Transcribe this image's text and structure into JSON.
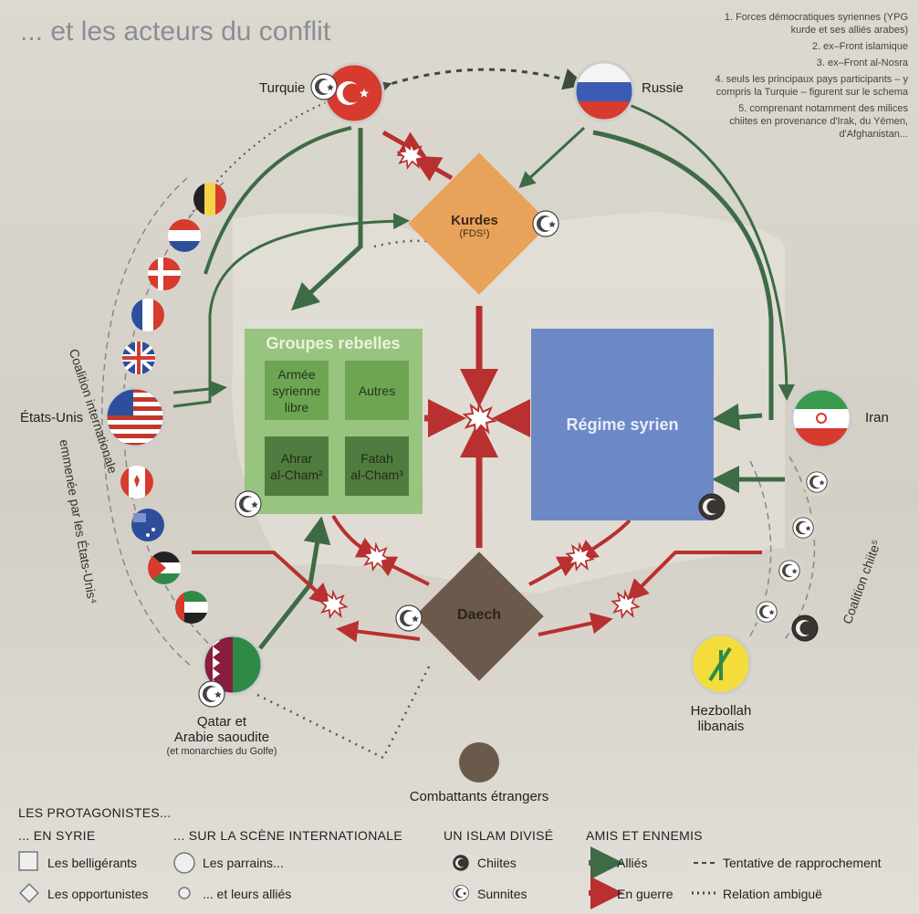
{
  "title": "... et les acteurs du conflit",
  "notes": [
    "1. Forces démocratiques syriennes (YPG kurde et ses alliés arabes)",
    "2. ex–Front islamique",
    "3. ex–Front al-Nosra",
    "4. seuls les principaux pays participants – y compris la Turquie – figurent sur le schema",
    "5. comprenant notamment des milices chiites en provenance d'Irak, du Yémen, d'Afghanistan..."
  ],
  "actors": {
    "turquie": "Turquie",
    "russie": "Russie",
    "etats_unis": "États-Unis",
    "iran": "Iran",
    "qatar_line1": "Qatar et",
    "qatar_line2": "Arabie saoudite",
    "qatar_sub": "(et monarchies du Golfe)",
    "hezbollah_line1": "Hezbollah",
    "hezbollah_line2": "libanais",
    "combattants": "Combattants étrangers"
  },
  "coalitions": {
    "internationale_line1": "Coalition internationale",
    "internationale_line2": "emmenée par les États-Unis⁴",
    "chiite": "Coalition chiite⁵"
  },
  "belligerants": {
    "kurdes": "Kurdes",
    "kurdes_sub": "(FDS¹)",
    "groupes_rebelles": "Groupes rebelles",
    "asl": "Armée\nsyrienne\nlibre",
    "autres": "Autres",
    "ahrar": "Ahrar\nal-Cham²",
    "fatah": "Fatah\nal-Cham³",
    "regime": "Régime syrien",
    "daech": "Daech"
  },
  "legend": {
    "heading": "LES PROTAGONISTES...",
    "col1_title": "... EN SYRIE",
    "belligerants": "Les belligérants",
    "opportunistes": "Les opportunistes",
    "col2_title": "... SUR LA SCÈNE INTERNATIONALE",
    "parrains": "Les parrains...",
    "allies_small": "... et leurs alliés",
    "col3_title": "UN ISLAM DIVISÉ",
    "chiites": "Chiites",
    "sunnites": "Sunnites",
    "col4_title": "AMIS ET ENNEMIS",
    "allies": "Alliés",
    "guerre": "En guerre",
    "rapprochement": "Tentative de rapprochement",
    "ambigue": "Relation ambiguë"
  },
  "colors": {
    "ally_green": "#3d6b45",
    "war_red": "#b8302f",
    "kurdes_orange": "#e8a25a",
    "rebels_green": "#8bc070",
    "regime_blue": "#5f7fc4",
    "daech_brown": "#6b5a4c"
  },
  "icons": [
    "crescent-star-icon",
    "explosion-icon",
    "flag-icon"
  ]
}
